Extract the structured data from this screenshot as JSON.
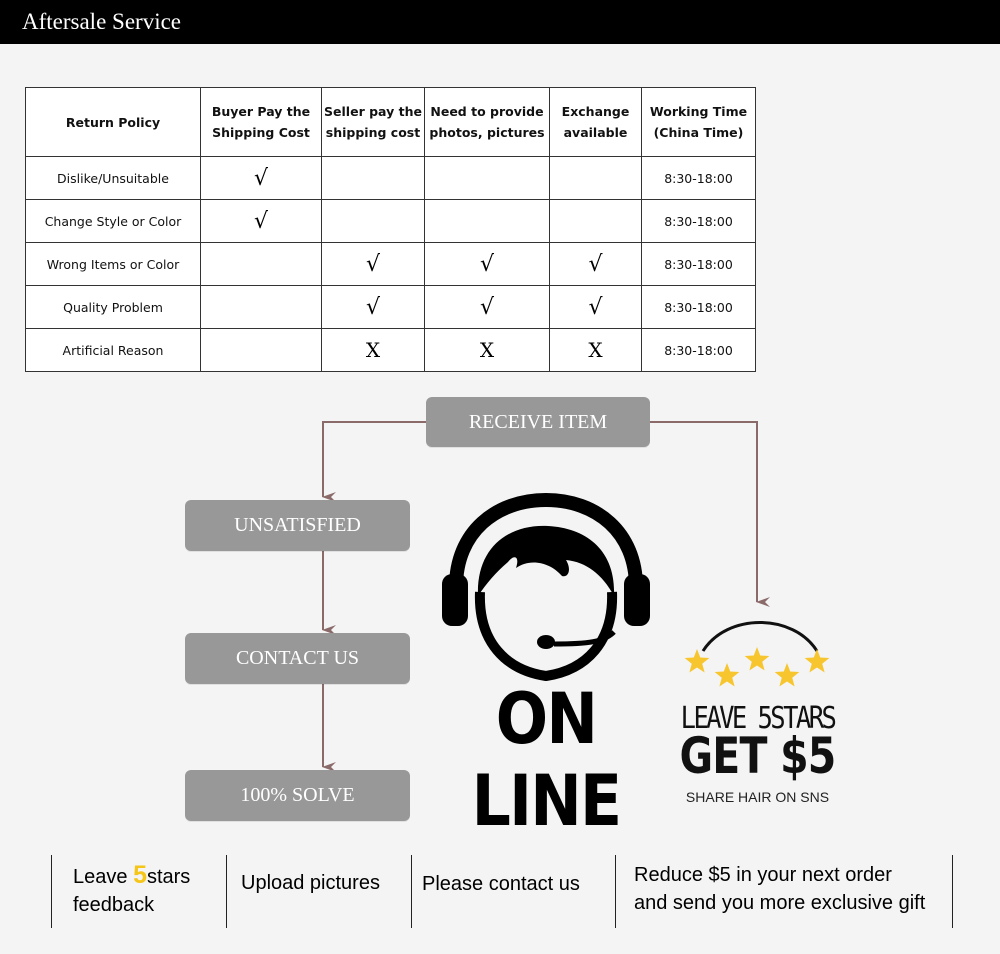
{
  "header": {
    "title": "Aftersale Service"
  },
  "table": {
    "headers": [
      [
        "Return Policy"
      ],
      [
        "Buyer Pay the",
        "Shipping Cost"
      ],
      [
        "Seller pay the",
        "shipping cost"
      ],
      [
        "Need to provide",
        "photos, pictures"
      ],
      [
        "Exchange",
        "available"
      ],
      [
        "Working Time",
        "(China Time)"
      ]
    ],
    "rows": [
      {
        "policy": "Dislike/Unsuitable",
        "buyer": "√",
        "seller": "",
        "photos": "",
        "exchange": "",
        "time": "8:30-18:00"
      },
      {
        "policy": "Change Style or Color",
        "buyer": "√",
        "seller": "",
        "photos": "",
        "exchange": "",
        "time": "8:30-18:00"
      },
      {
        "policy": "Wrong Items or Color",
        "buyer": "",
        "seller": "√",
        "photos": "√",
        "exchange": "√",
        "time": "8:30-18:00"
      },
      {
        "policy": "Quality Problem",
        "buyer": "",
        "seller": "√",
        "photos": "√",
        "exchange": "√",
        "time": "8:30-18:00"
      },
      {
        "policy": "Artificial Reason",
        "buyer": "",
        "seller": "X",
        "photos": "X",
        "exchange": "X",
        "time": "8:30-18:00"
      }
    ]
  },
  "flow": {
    "receive": "RECEIVE ITEM",
    "unsatisfied": "UNSATISFIED",
    "contact": "CONTACT US",
    "solve": "100% SOLVE"
  },
  "online": {
    "label": "ON LINE",
    "icon": "headset-support-icon"
  },
  "review": {
    "leave": "LEAVE 5STARS",
    "get": "GET $5",
    "share": "SHARE HAIR ON SNS",
    "star_color": "#f7c62f",
    "stars": 5
  },
  "bottom": {
    "leave_prefix": "Leave ",
    "leave_num": "5",
    "leave_suffix": "stars",
    "leave_line2": "feedback",
    "upload": "Upload pictures",
    "contact": "Please contact us",
    "reduce_line1": "Reduce $5 in your next order",
    "reduce_line2": "and send you more exclusive gift"
  },
  "colors": {
    "box": "#989898",
    "arrow": "#8b6a6a",
    "header": "#000000"
  }
}
